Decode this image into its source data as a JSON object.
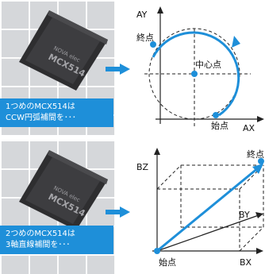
{
  "top": {
    "chip_text": [
      "NOVA elec",
      "MCX514"
    ],
    "caption": [
      "1つめのMCX514は",
      "CCW円弧補間を･･･"
    ],
    "diagram": {
      "axis_y_label": "AY",
      "axis_x_label": "AX",
      "end_label": "終点",
      "center_label": "中心点",
      "start_label": "始点"
    }
  },
  "bottom": {
    "chip_text": [
      "NOVA elec",
      "MCX514"
    ],
    "caption": [
      "2つめのMCX514は",
      "3軸直線補間を･･･"
    ],
    "diagram": {
      "axis_z_label": "BZ",
      "axis_y_label": "BY",
      "axis_x_label": "BX",
      "end_label": "終点",
      "start_label": "始点"
    }
  },
  "colors": {
    "accent": "#1e8fd9",
    "chip": "#3a3a3c",
    "panel": "#d5d7da"
  }
}
